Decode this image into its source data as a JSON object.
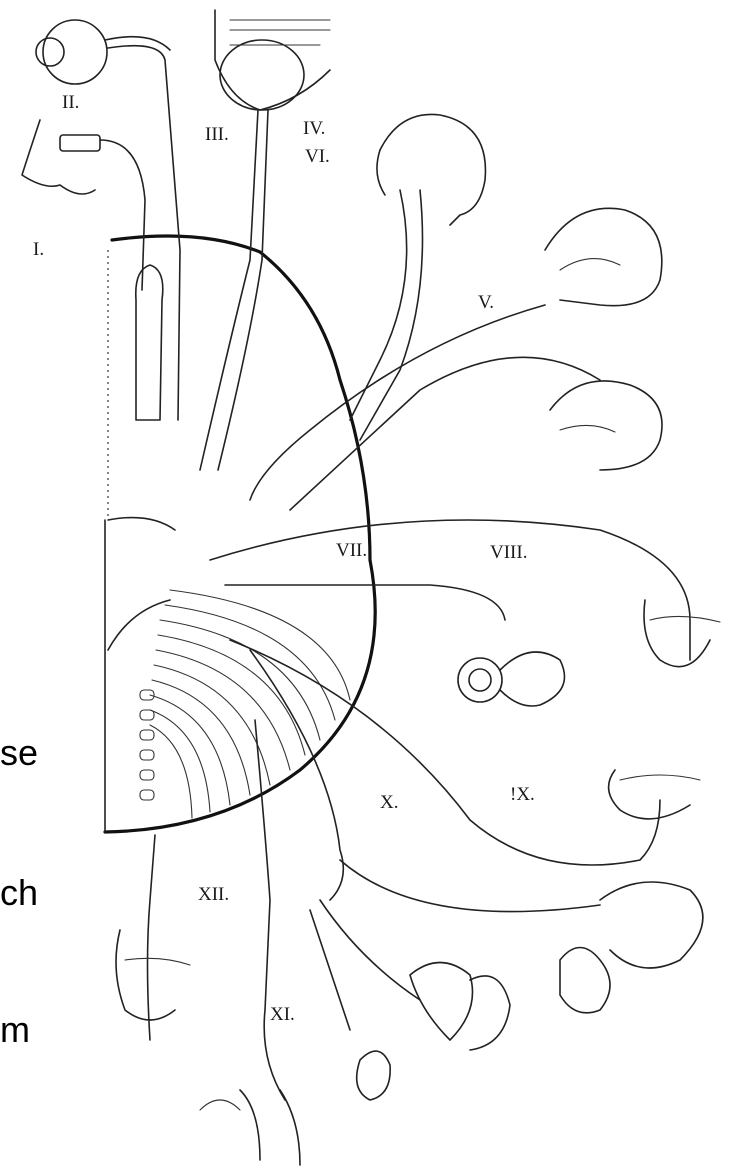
{
  "labels": {
    "I": "I.",
    "II": "II.",
    "III": "III.",
    "IV": "IV.",
    "VI": "VI.",
    "V": "V.",
    "VII": "VII.",
    "VIII": "VIII.",
    "IX": "!X.",
    "X": "X.",
    "XI": "XI.",
    "XII": "XII."
  },
  "slide_text_fragments": [
    "se",
    "ch",
    "m"
  ],
  "colors": {
    "ink": "#222222",
    "background": "#ffffff"
  }
}
